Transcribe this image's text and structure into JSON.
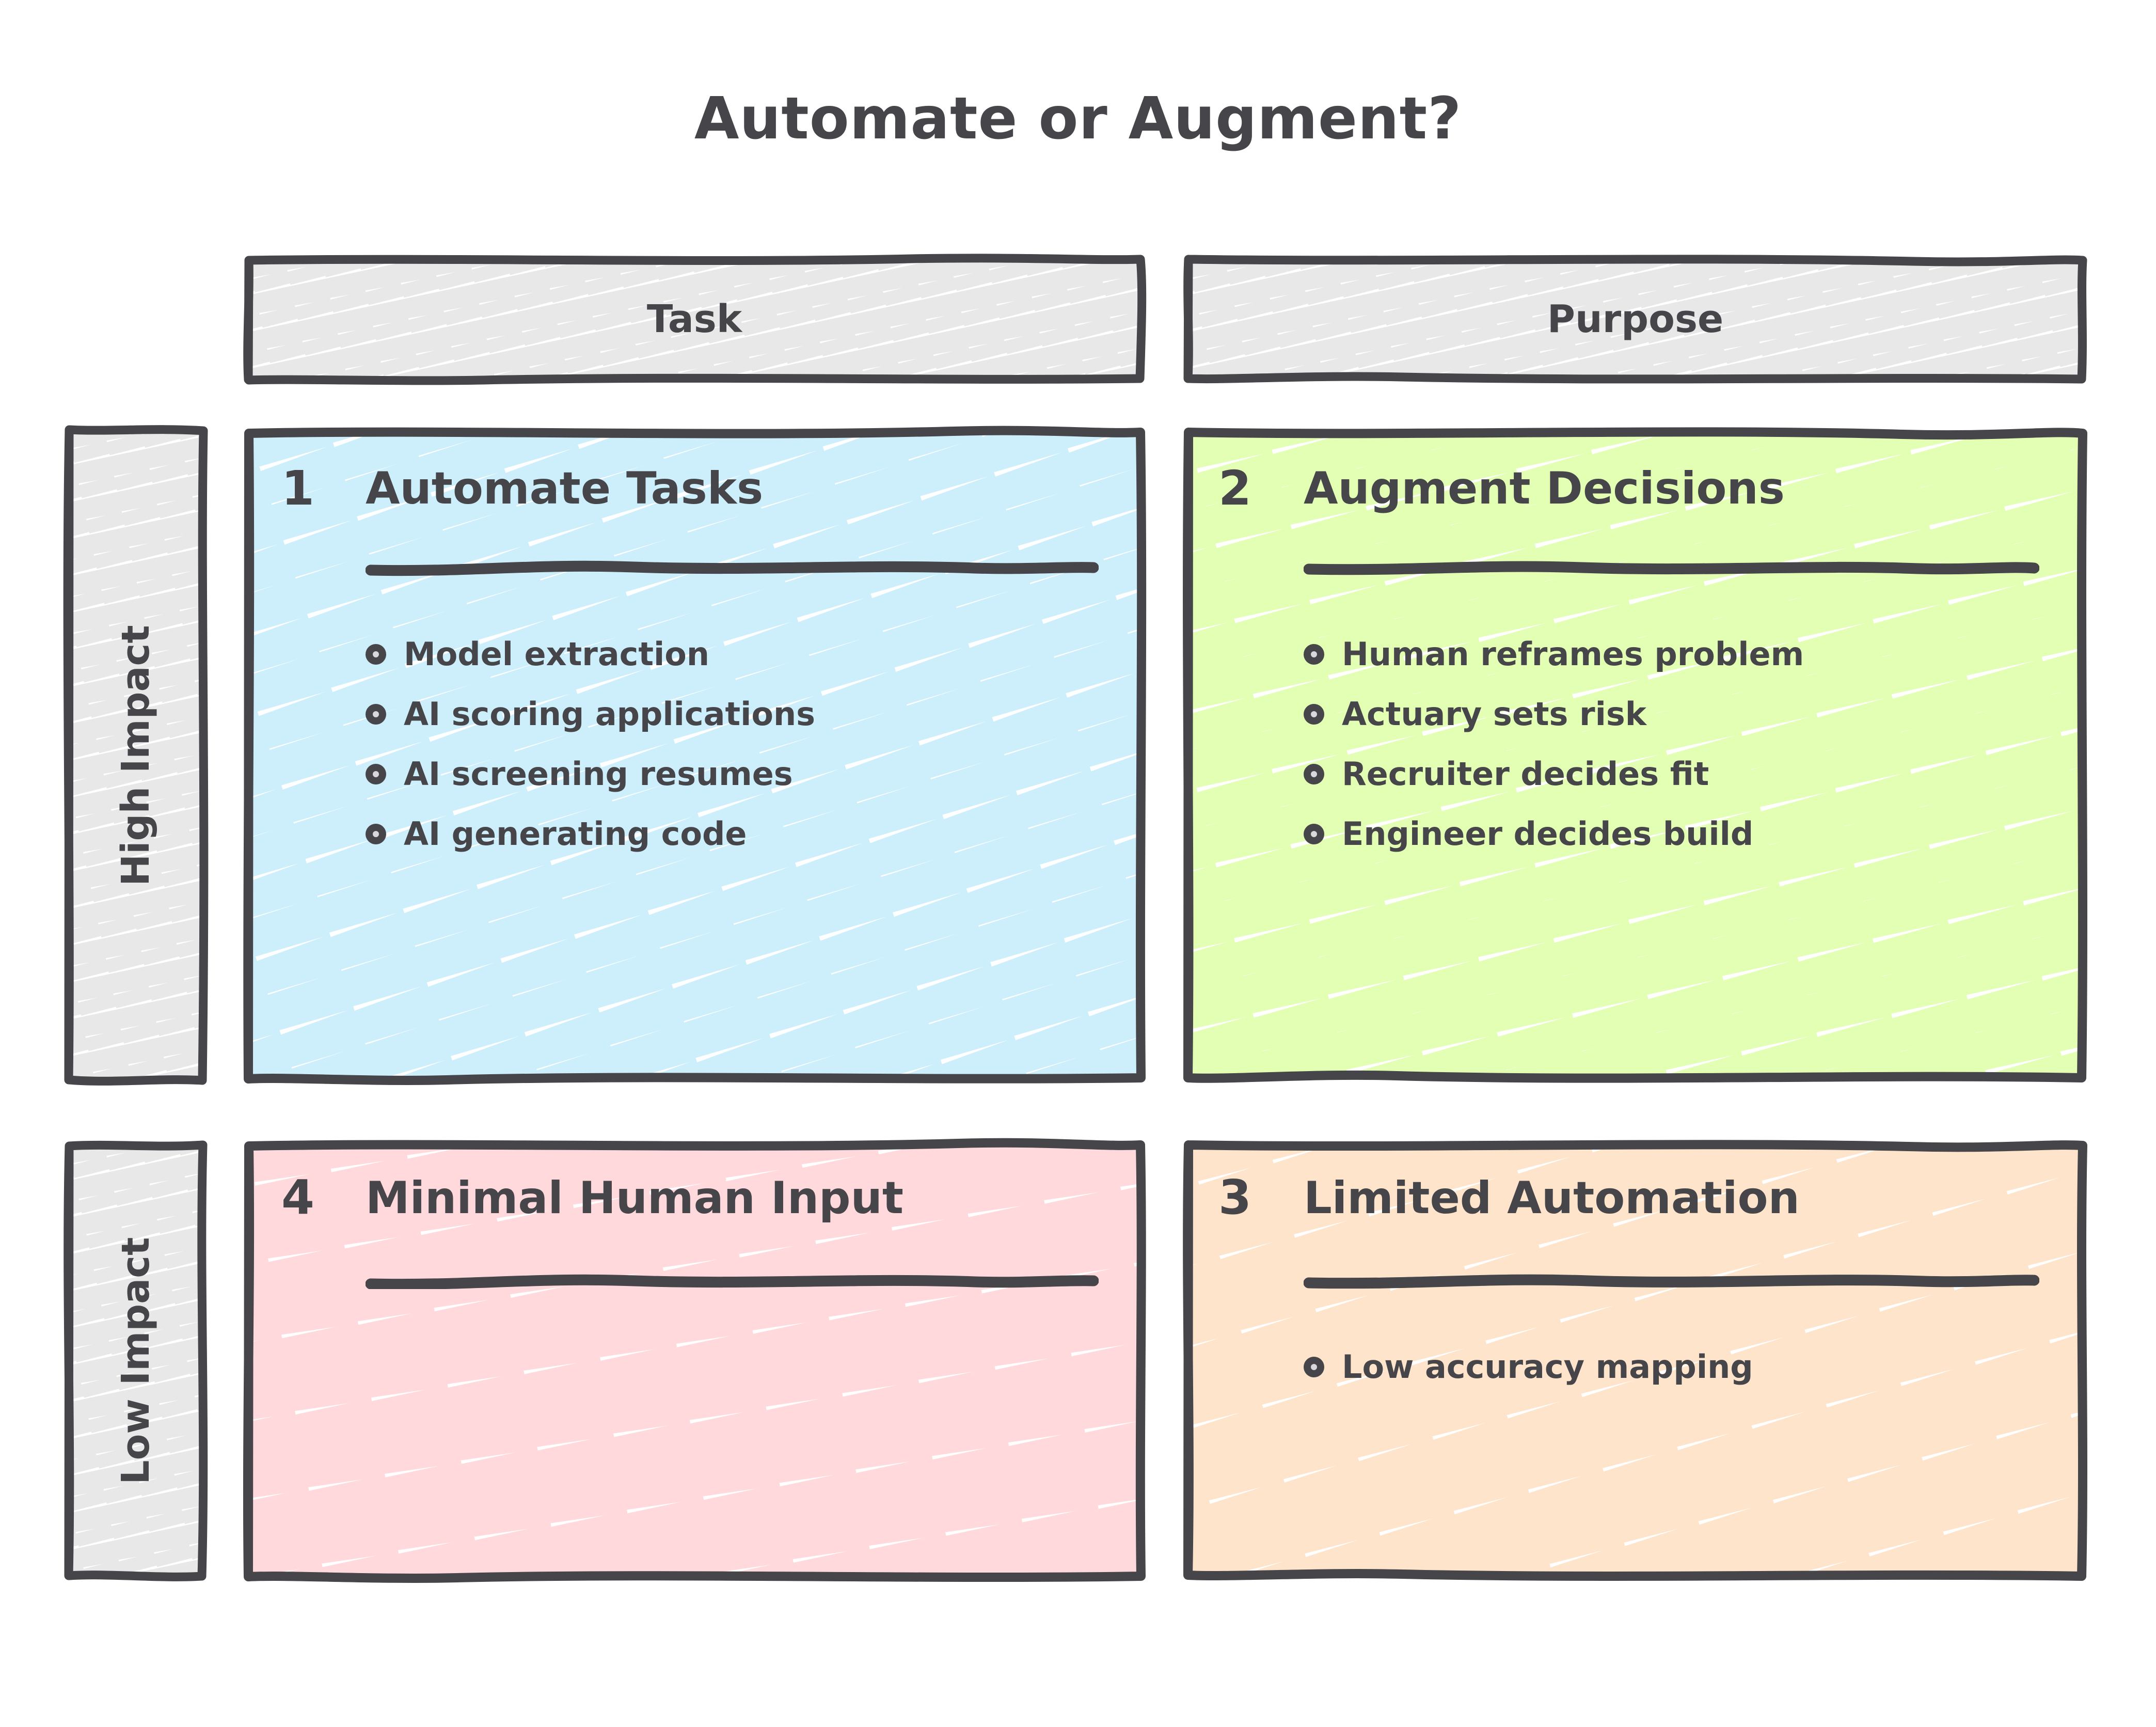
{
  "page": {
    "title": "Automate or Augment?",
    "background": "#ffffff",
    "ink": "#46464a"
  },
  "column_headers": [
    {
      "label": "Task",
      "fill": "#e8e8e8"
    },
    {
      "label": "Purpose",
      "fill": "#e8e8e8"
    }
  ],
  "row_headers": [
    {
      "label": "High Impact",
      "fill": "#e8e8e8"
    },
    {
      "label": "Low Impact",
      "fill": "#e8e8e8"
    }
  ],
  "quadrants": [
    {
      "number": "1",
      "title": "Automate Tasks",
      "fill": "#cdeffb",
      "row": "High Impact",
      "column": "Task",
      "items": [
        "Model extraction",
        "AI scoring applications",
        "AI screening resumes",
        "AI generating code"
      ]
    },
    {
      "number": "2",
      "title": "Augment Decisions",
      "fill": "#e2ffb3",
      "row": "High Impact",
      "column": "Purpose",
      "items": [
        "Human reframes problem",
        "Actuary sets risk",
        "Recruiter decides fit",
        "Engineer decides build"
      ]
    },
    {
      "number": "4",
      "title": "Minimal Human Input",
      "fill": "#ffd9dc",
      "row": "Low Impact",
      "column": "Task",
      "items": []
    },
    {
      "number": "3",
      "title": "Limited Automation",
      "fill": "#ffe4cc",
      "row": "Low Impact",
      "column": "Purpose",
      "items": [
        "Low accuracy mapping"
      ]
    }
  ]
}
